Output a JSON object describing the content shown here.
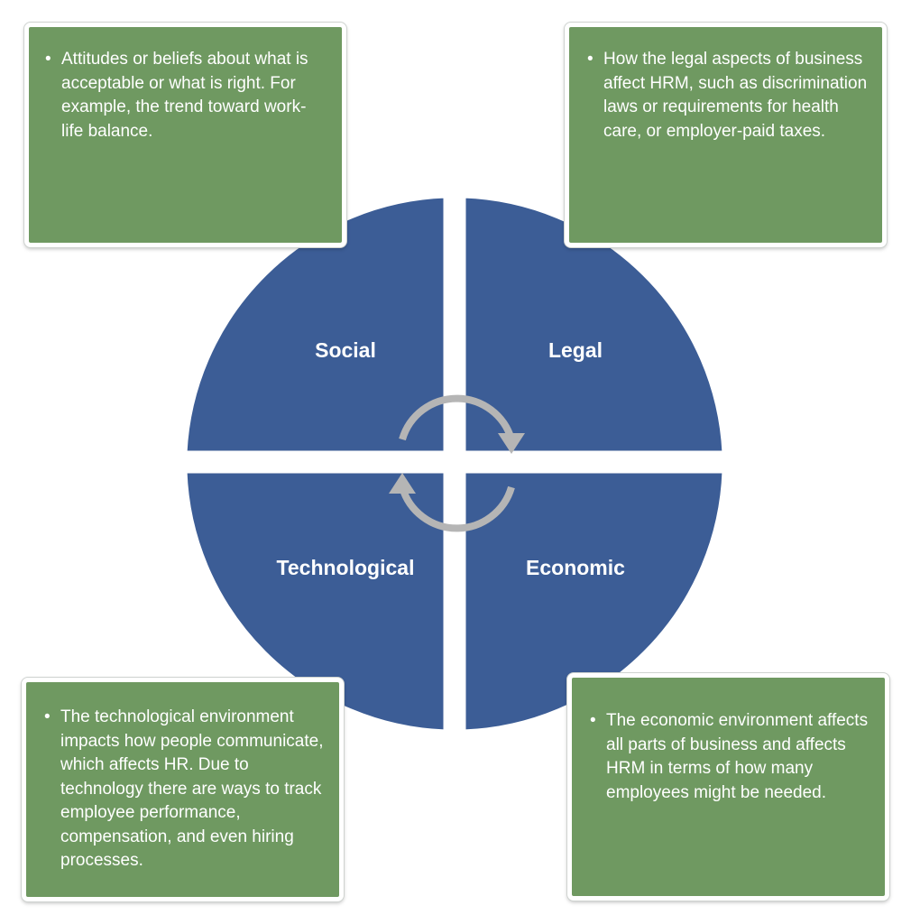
{
  "colors": {
    "quadrant_fill": "#3c5d96",
    "box_fill": "#6f9961",
    "arrow": "#b5b5b5",
    "border": "#ffffff"
  },
  "quadrants": {
    "social": "Social",
    "legal": "Legal",
    "technological": "Technological",
    "economic": "Economic"
  },
  "boxes": {
    "social": "Attitudes or beliefs about what is acceptable or what is right. For example, the trend toward work-life balance.",
    "legal": "How the legal aspects of business affect HRM, such as discrimination laws or requirements for health care, or employer-paid taxes.",
    "technological": "The technological environment impacts how people communicate, which affects HR. Due to technology there are ways to track employee performance, compensation, and even hiring processes.",
    "economic": "The economic environment affects all parts of business and affects HRM in terms of how many employees might be needed."
  },
  "bullet": "•",
  "cycle_arrows": "cycle-arrows-icon"
}
